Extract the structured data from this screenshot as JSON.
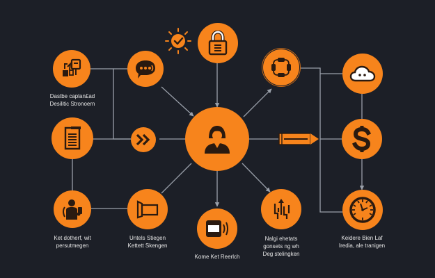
{
  "diagram": {
    "background": "#1c1f27",
    "accent": "#f7841c",
    "line_color": "#9aa0aa",
    "nodes": [
      {
        "id": "dashboard",
        "icon": "chart-board-icon",
        "label_lines": [
          "Dastbe caplan£ad",
          "Desilitic Stronoern"
        ]
      },
      {
        "id": "chat",
        "icon": "chat-bubble-icon"
      },
      {
        "id": "sun-check",
        "icon": "sun-check-icon"
      },
      {
        "id": "lock",
        "icon": "padlock-icon"
      },
      {
        "id": "cycle",
        "icon": "cycle-arrows-icon"
      },
      {
        "id": "cloud",
        "icon": "cloud-icon"
      },
      {
        "id": "document",
        "icon": "document-icon"
      },
      {
        "id": "forward",
        "icon": "double-chevron-right-icon"
      },
      {
        "id": "user",
        "icon": "user-woman-icon"
      },
      {
        "id": "pencil",
        "icon": "pencil-icon"
      },
      {
        "id": "dollar",
        "icon": "dollar-icon"
      },
      {
        "id": "person-phone",
        "icon": "person-phone-icon",
        "label_lines": [
          "Ket dotherf, wit",
          "persutmegen"
        ]
      },
      {
        "id": "folder",
        "icon": "folder-icon",
        "label_lines": [
          "Untels Stiegen",
          "Kettett Skengen"
        ]
      },
      {
        "id": "device",
        "icon": "device-signal-icon",
        "label_lines": [
          "Kome Ket Reerlch"
        ]
      },
      {
        "id": "growth",
        "icon": "growth-arrow-icon",
        "label_lines": [
          "Nalgi ehetats",
          "gonsets ng wh",
          "Deg stelingken"
        ]
      },
      {
        "id": "clock",
        "icon": "clock-icon",
        "label_lines": [
          "Keidere Bien Laf",
          "Iredia, ale tranigen"
        ]
      }
    ]
  }
}
